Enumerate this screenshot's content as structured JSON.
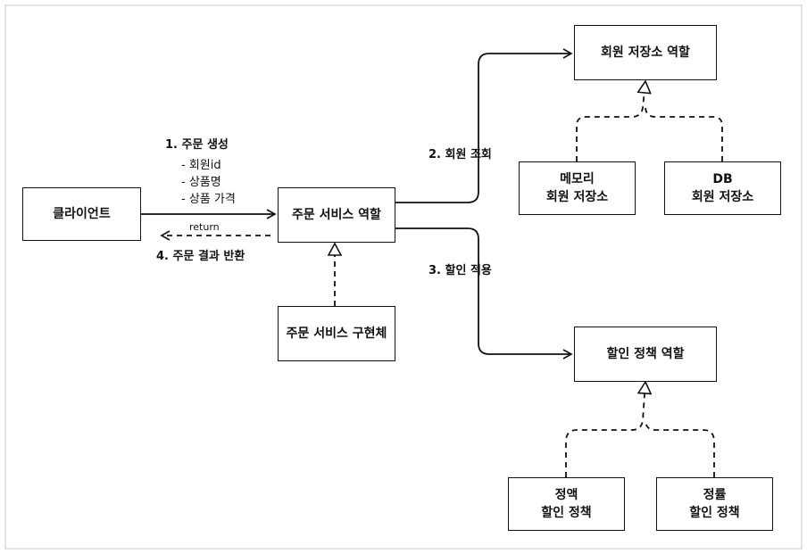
{
  "boxes": {
    "client": {
      "lines": [
        "클라이언트"
      ]
    },
    "order_service_role": {
      "lines": [
        "주문 서비스 역할"
      ]
    },
    "order_service_impl": {
      "lines": [
        "주문 서비스 구현체"
      ]
    },
    "member_repo_role": {
      "lines": [
        "회원 저장소 역할"
      ]
    },
    "memory_member_repo": {
      "lines": [
        "메모리",
        "회원 저장소"
      ]
    },
    "db_member_repo": {
      "lines": [
        "DB",
        "회원 저장소"
      ]
    },
    "discount_policy_role": {
      "lines": [
        "할인 정책 역할"
      ]
    },
    "fixed_discount_policy": {
      "lines": [
        "정액",
        "할인 정책"
      ]
    },
    "rate_discount_policy": {
      "lines": [
        "정률",
        "할인 정책"
      ]
    }
  },
  "labels": {
    "step1": "1. 주문 생성",
    "step1_params": [
      "- 회원id",
      "- 상품명",
      "- 상품 가격"
    ],
    "return": "return",
    "step4": "4. 주문 결과 반환",
    "step2": "2. 회원 조회",
    "step3": "3. 할인 적용"
  }
}
